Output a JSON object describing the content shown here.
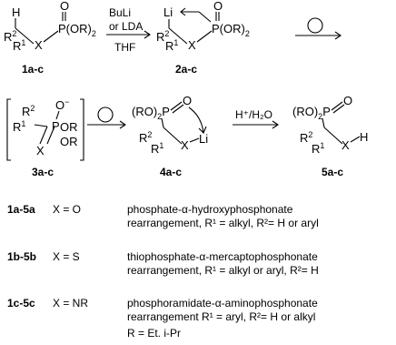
{
  "row1": {
    "start_label": "1a-c",
    "reagent_top": "BuLi",
    "reagent_mid": "or LDA",
    "reagent_bottom": "THF",
    "intermediate_label": "2a-c"
  },
  "row2": {
    "epoxide_label": "3a-c",
    "cyclic_label": "4a-c",
    "quench_reagent": "H⁺/H₂O",
    "product_label": "5a-c"
  },
  "legend": [
    {
      "key": "1a-5a",
      "cond": "X = O",
      "line1": "phosphate-α-hydroxyphosphonate",
      "line2": "rearrangement, R¹ = alkyl, R²= H or aryl"
    },
    {
      "key": "1b-5b",
      "cond": "X = S",
      "line1": "thiophosphate-α-mercaptophosphonate",
      "line2": "rearrangement, R¹ = alkyl or aryl, R²= H"
    },
    {
      "key": "1c-5c",
      "cond": "X = NR",
      "line1": "phosphoramidate-α-aminophosphonate",
      "line2": "rearrangement R¹ = aryl, R²= H or alkyl"
    }
  ],
  "footnote": "R = Et. i-Pr"
}
